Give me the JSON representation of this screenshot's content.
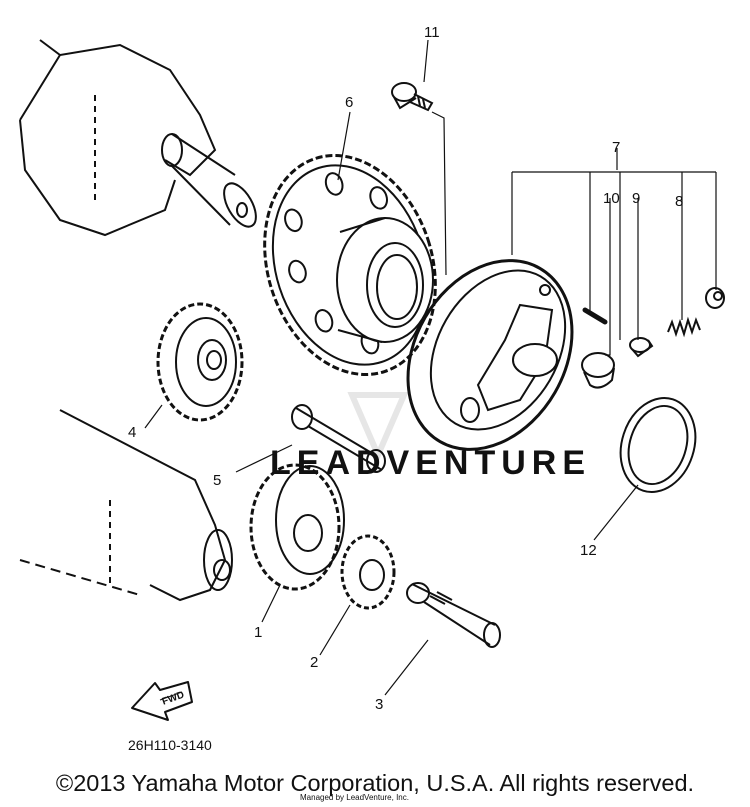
{
  "callouts": {
    "p1": "1",
    "p2": "2",
    "p3": "3",
    "p4": "4",
    "p5": "5",
    "p6": "6",
    "p7": "7",
    "p8": "8",
    "p9": "9",
    "p10": "10",
    "p11": "11",
    "p12": "12"
  },
  "diagram_code": "26H110-3140",
  "fwd_label": "FWD",
  "watermark": "LEADVENTURE",
  "credit": "Managed by LeadVenture, Inc.",
  "copyright": "©2013 Yamaha Motor Corporation, U.S.A. All rights reserved."
}
